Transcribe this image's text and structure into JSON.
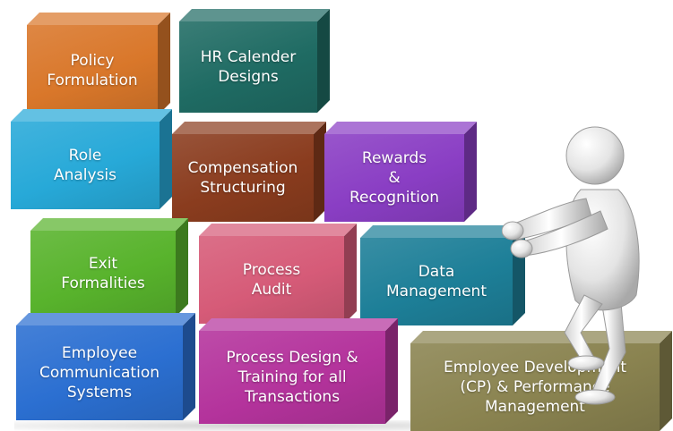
{
  "blocks": {
    "policy_formulation": {
      "label": "Policy\nFormulation",
      "color": "#d9772a"
    },
    "hr_calender_designs": {
      "label": "HR Calender\nDesigns",
      "color": "#1f6b63"
    },
    "role_analysis": {
      "label": "Role\nAnalysis",
      "color": "#27a9d8"
    },
    "compensation_structuring": {
      "label": "Compensation\nStructuring",
      "color": "#8a3c1e"
    },
    "rewards_recognition": {
      "label": "Rewards\n&\nRecognition",
      "color": "#8a3ec4"
    },
    "exit_formalities": {
      "label": "Exit\nFormalities",
      "color": "#58b32c"
    },
    "process_audit": {
      "label": "Process\nAudit",
      "color": "#d65b78"
    },
    "data_management": {
      "label": "Data\nManagement",
      "color": "#1d7f98"
    },
    "employee_communication_systems": {
      "label": "Employee\nCommunication\nSystems",
      "color": "#2b6fd1"
    },
    "process_design_training": {
      "label": "Process Design &\nTraining for all\nTransactions",
      "color": "#b4339c"
    },
    "employee_development": {
      "label": "Employee Development\n(CP) & Performance\nManagement",
      "color": "#8a8350"
    }
  },
  "figure": {
    "icon": "pushing-person-figure"
  }
}
